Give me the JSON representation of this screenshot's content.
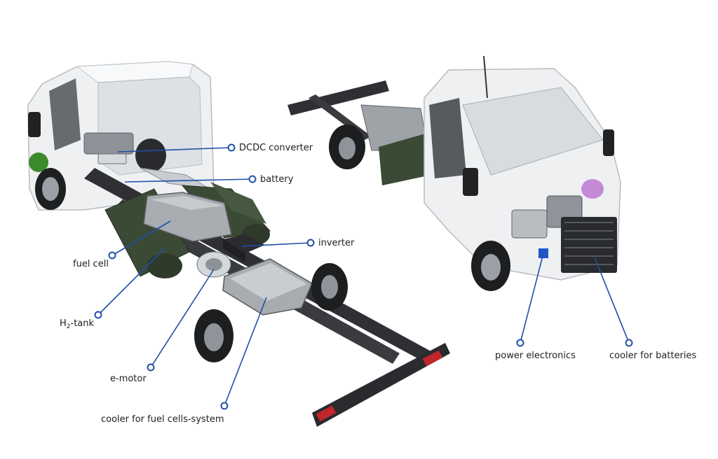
{
  "labels": {
    "dcdc_converter": "DCDC converter",
    "battery": "battery",
    "inverter": "inverter",
    "fuel_cell": "fuel cell",
    "h2_tank_prefix": "H",
    "h2_tank_sub": "2",
    "h2_tank_suffix": "-tank",
    "e_motor": "e-motor",
    "cooler_fuel_cells": "cooler for fuel cells-system",
    "power_electronics": "power electronics",
    "cooler_batteries": "cooler for batteries"
  },
  "colors": {
    "callout": "#1f4fa8",
    "text": "#1e1e1e",
    "cab_white": "#f2f3f4",
    "frame_dark": "#2f3033",
    "tank_green": "#3b4a34",
    "reflector_red": "#c0262b",
    "module_grey": "#a9adb1"
  }
}
